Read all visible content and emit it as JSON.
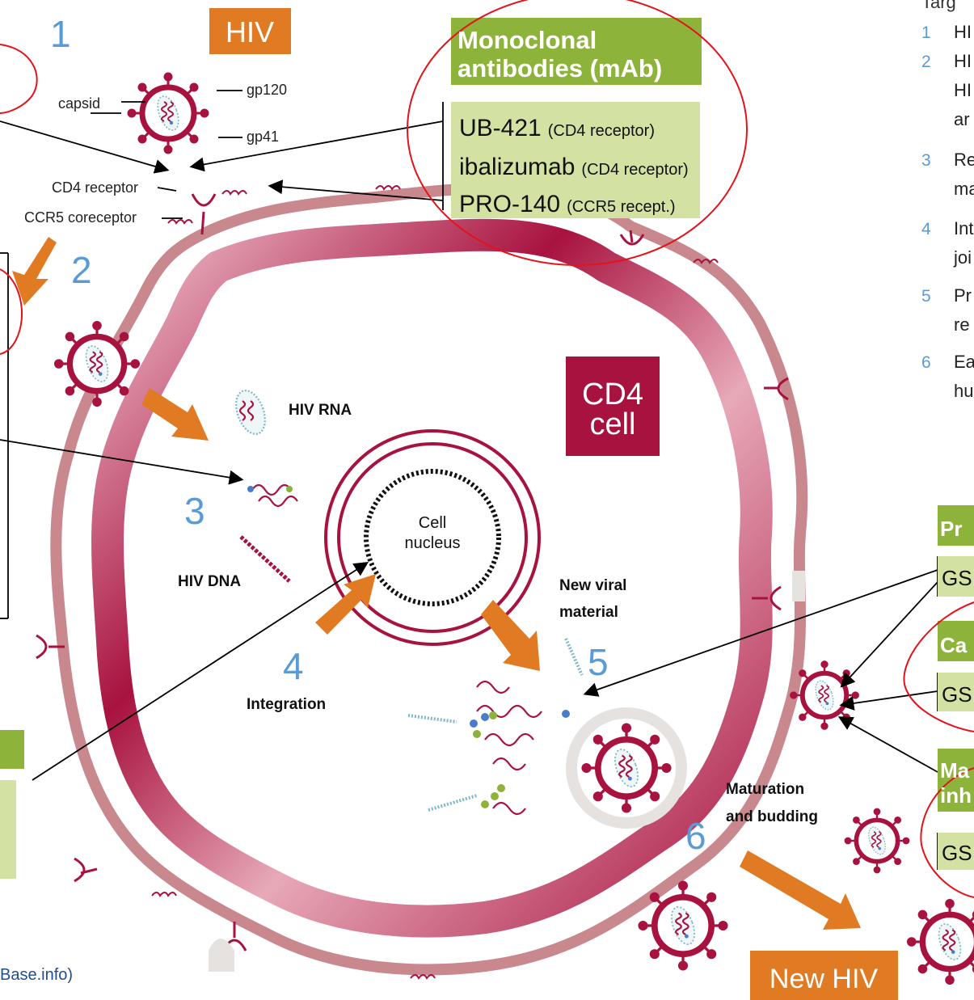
{
  "steps": {
    "s1": "1",
    "s2": "2",
    "s3": "3",
    "s4": "4",
    "s5": "5",
    "s6": "6"
  },
  "labels": {
    "hiv_box": "HIV",
    "capsid": "capsid",
    "gp120": "gp120",
    "gp41": "gp41",
    "cd4_receptor": "CD4 receptor",
    "ccr5_coreceptor": "CCR5 coreceptor",
    "hiv_rna": "HIV RNA",
    "hiv_dna": "HIV DNA",
    "cell_nucleus_1": "Cell",
    "cell_nucleus_2": "nucleus",
    "cd4_cell_1": "CD4",
    "cd4_cell_2": "cell",
    "new_viral_1": "New viral",
    "new_viral_2": "material",
    "integration": "Integration",
    "maturation_1": "Maturation",
    "maturation_2": "and budding",
    "new_hiv": "New HIV",
    "source_fragment": "Base.info)"
  },
  "mab": {
    "header_1": "Monoclonal",
    "header_2": "antibodies (mAb)",
    "items": [
      {
        "name": "UB-421",
        "target": "(CD4 receptor)"
      },
      {
        "name": "ibalizumab",
        "target": "(CD4 receptor)"
      },
      {
        "name": "PRO-140",
        "target": "(CCR5 recept.)"
      }
    ]
  },
  "right_boxes": {
    "pr_header": "Pr",
    "pr_item": "GS",
    "ca_header": "Ca",
    "ca_item": "GS",
    "ma_header_1": "Ma",
    "ma_header_2": "inh",
    "ma_item": "GS"
  },
  "right_list": {
    "title": "Targ",
    "items": [
      {
        "num": "1",
        "lines": [
          "HI"
        ]
      },
      {
        "num": "2",
        "lines": [
          "HI",
          "HI",
          "ar"
        ]
      },
      {
        "num": "3",
        "lines": [
          "Re",
          "ma"
        ]
      },
      {
        "num": "4",
        "lines": [
          "Int",
          "joi"
        ]
      },
      {
        "num": "5",
        "lines": [
          "Pr",
          "re"
        ]
      },
      {
        "num": "6",
        "lines": [
          "Ea",
          "hu"
        ]
      }
    ]
  },
  "colors": {
    "crimson": "#a8123f",
    "orange": "#e07b24",
    "green": "#8db33a",
    "light_green": "#d3e2a3",
    "blue": "#5b9bd5",
    "membrane": "#c26e76",
    "red_circle": "#e2131b"
  }
}
